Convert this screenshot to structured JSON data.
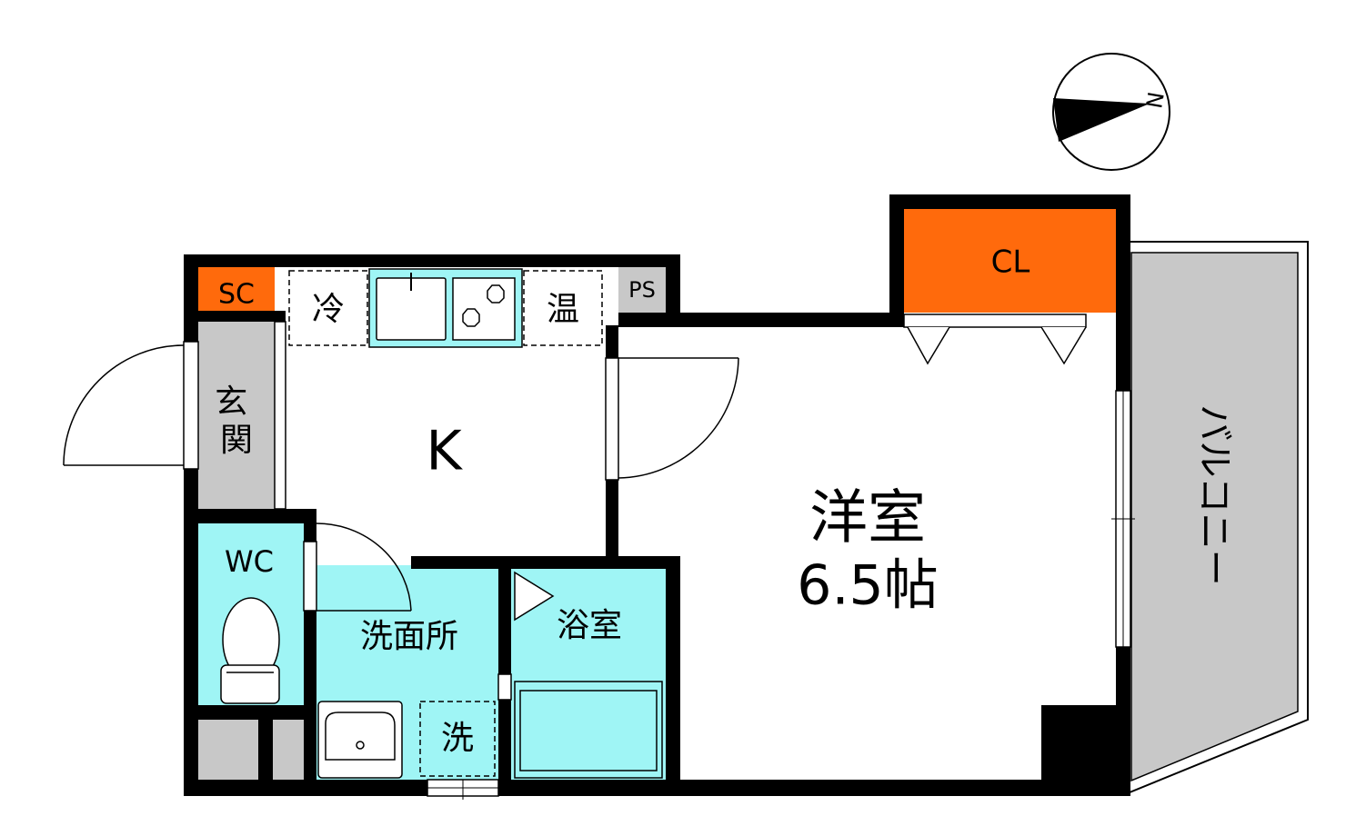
{
  "compass": {
    "label": "N"
  },
  "rooms": {
    "entrance": "玄関",
    "shoe_closet": "SC",
    "kitchen": "K",
    "fridge": "冷",
    "water_heater": "温",
    "pipe_space": "PS",
    "wc": "WC",
    "washroom": "洗面所",
    "washer": "洗",
    "bathroom": "浴室",
    "western_room": "洋室",
    "western_room_size": "6.5帖",
    "closet": "CL",
    "balcony": "バルコニー"
  },
  "colors": {
    "wall": "#000000",
    "wet_area": "#9ff5f5",
    "storage": "#ff6a0c",
    "utility": "#c8c8c8",
    "balcony": "#c8c8c8",
    "floor": "#ffffff"
  }
}
